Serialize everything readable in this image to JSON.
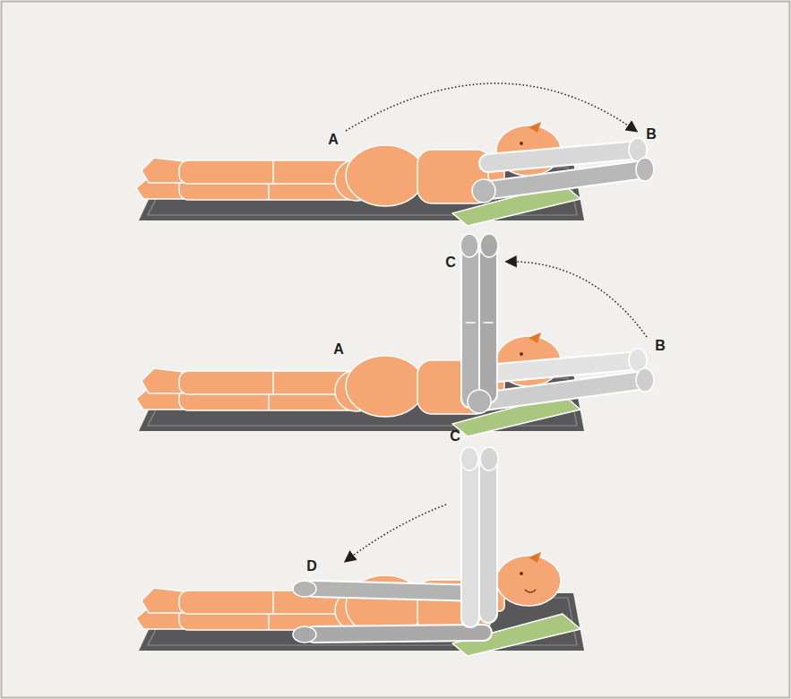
{
  "diagram": {
    "labels": [
      "A",
      "B",
      "C",
      "A",
      "B",
      "C",
      "D"
    ]
  }
}
